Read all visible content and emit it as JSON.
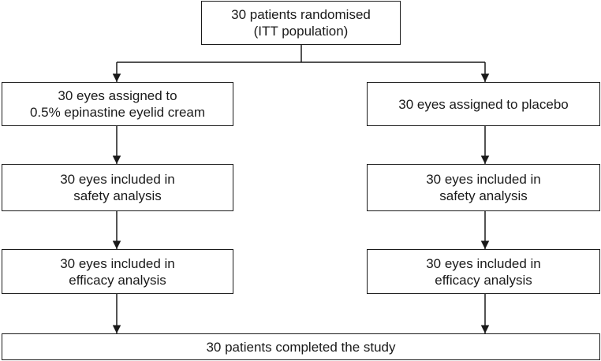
{
  "flowchart": {
    "randomised": {
      "line1": "30 patients randomised",
      "line2": "(ITT population)"
    },
    "left": {
      "assigned": {
        "line1": "30 eyes assigned to",
        "line2": "0.5% epinastine eyelid cream"
      },
      "safety": {
        "line1": "30 eyes included in",
        "line2": "safety analysis"
      },
      "efficacy": {
        "line1": "30 eyes included in",
        "line2": "efficacy analysis"
      }
    },
    "right": {
      "assigned": {
        "line1": "30 eyes assigned to placebo"
      },
      "safety": {
        "line1": "30 eyes included in",
        "line2": "safety analysis"
      },
      "efficacy": {
        "line1": "30 eyes included in",
        "line2": "efficacy analysis"
      }
    },
    "completed": {
      "line1": "30 patients completed the study"
    }
  }
}
